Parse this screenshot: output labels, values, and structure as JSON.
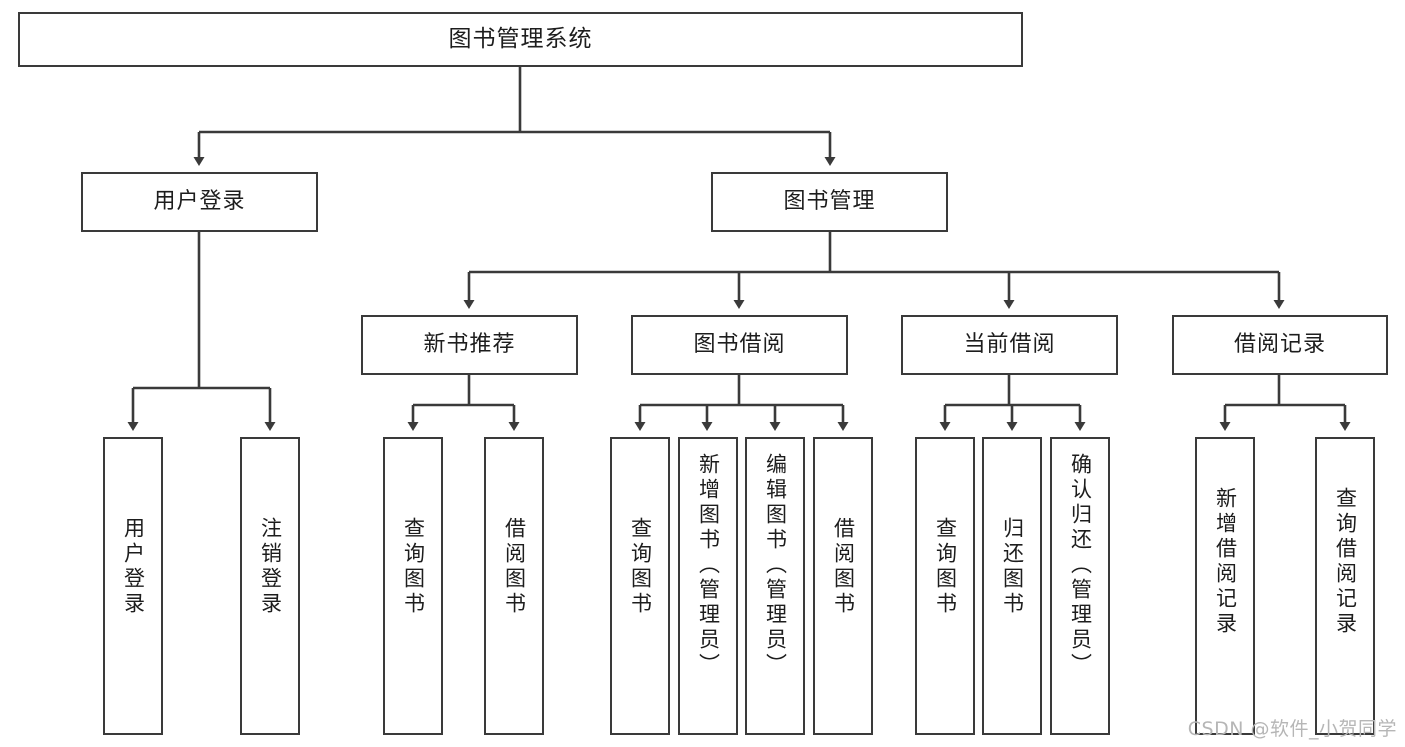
{
  "diagram": {
    "type": "hierarchy-tree",
    "title": "图书管理系统",
    "watermark": "CSDN @软件_小贺同学",
    "nodes": {
      "root": {
        "label": "图书管理系统"
      },
      "level2": [
        {
          "id": "user-login",
          "label": "用户登录"
        },
        {
          "id": "book-management",
          "label": "图书管理"
        }
      ],
      "level3": [
        {
          "id": "new-book-recommend",
          "label": "新书推荐"
        },
        {
          "id": "book-borrow",
          "label": "图书借阅"
        },
        {
          "id": "current-borrow",
          "label": "当前借阅"
        },
        {
          "id": "borrow-record",
          "label": "借阅记录"
        }
      ],
      "leaves": [
        {
          "id": "leaf-user-login",
          "label": "用户登录",
          "parent": "user-login"
        },
        {
          "id": "leaf-logout-login",
          "label": "注销登录",
          "parent": "user-login"
        },
        {
          "id": "leaf-query-book-1",
          "label": "查询图书",
          "parent": "new-book-recommend"
        },
        {
          "id": "leaf-borrow-book-1",
          "label": "借阅图书",
          "parent": "new-book-recommend"
        },
        {
          "id": "leaf-query-book-2",
          "label": "查询图书",
          "parent": "book-borrow"
        },
        {
          "id": "leaf-add-book",
          "label": "新增图书（管理员）",
          "parent": "book-borrow"
        },
        {
          "id": "leaf-edit-book",
          "label": "编辑图书（管理员）",
          "parent": "book-borrow"
        },
        {
          "id": "leaf-borrow-book-2",
          "label": "借阅图书",
          "parent": "book-borrow"
        },
        {
          "id": "leaf-query-book-3",
          "label": "查询图书",
          "parent": "current-borrow"
        },
        {
          "id": "leaf-return-book",
          "label": "归还图书",
          "parent": "current-borrow"
        },
        {
          "id": "leaf-confirm-return",
          "label": "确认归还（管理员）",
          "parent": "current-borrow"
        },
        {
          "id": "leaf-add-record",
          "label": "新增借阅记录",
          "parent": "borrow-record"
        },
        {
          "id": "leaf-query-record",
          "label": "查询借阅记录",
          "parent": "borrow-record"
        }
      ]
    },
    "colors": {
      "stroke": "#3a3a3a",
      "background": "#ffffff",
      "text": "#1d1d1d",
      "watermark": "#b6b6b6"
    }
  }
}
